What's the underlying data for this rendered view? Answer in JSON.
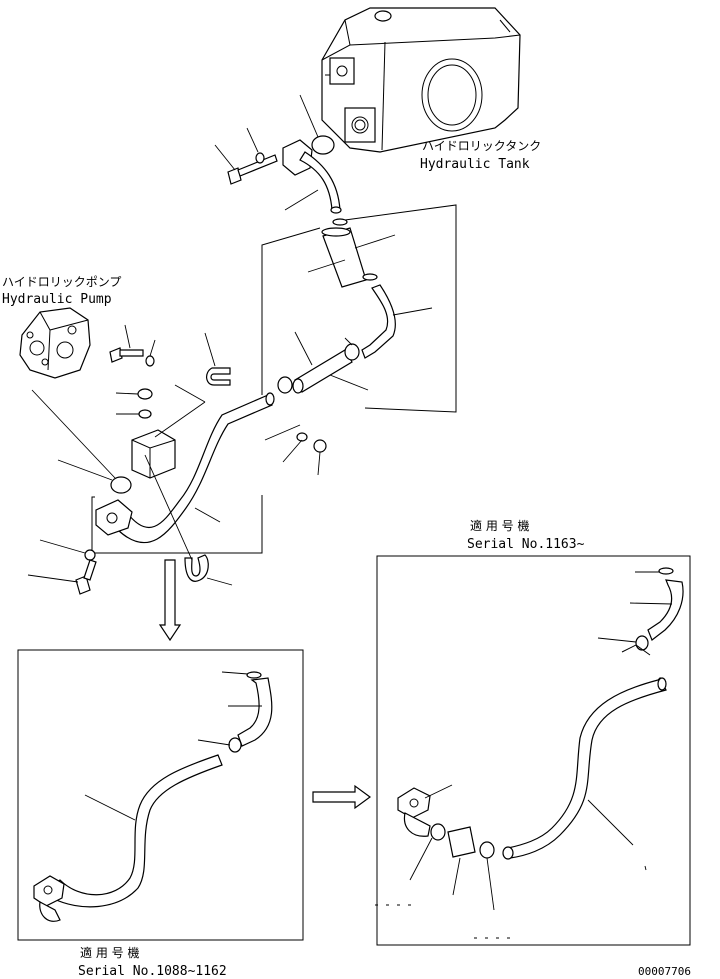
{
  "labels": {
    "tank_jp": "ハイドロリックタンク",
    "tank_en": "Hydraulic Tank",
    "pump_jp": "ハイドロリックポンプ",
    "pump_en": "Hydraulic Pump",
    "serial_right_jp": "適 用 号 機",
    "serial_right_en": "Serial No.1163~",
    "serial_left_jp": "適 用 号 機",
    "serial_left_en": "Serial No.1088~1162",
    "drawing_number": "00007706"
  }
}
